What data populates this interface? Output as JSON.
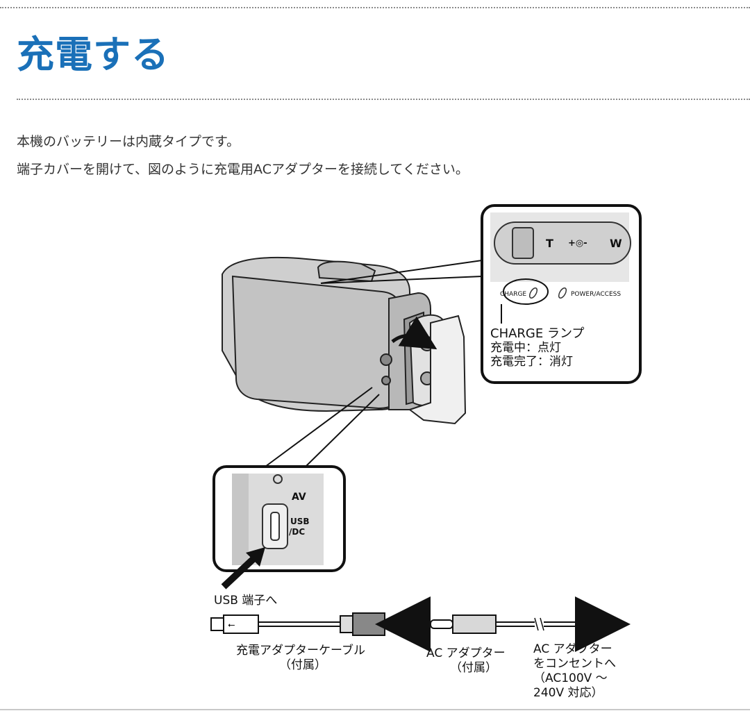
{
  "page": {
    "title": "充電する",
    "paragraphs": [
      "本機のバッテリーは内蔵タイプです。",
      "端子カバーを開けて、図のように充電用ACアダプターを接続してください。"
    ]
  },
  "diagram": {
    "zoom_top": {
      "switch_labels": [
        "T",
        "+◎-",
        "W"
      ],
      "lamp_charge": "CHARGE",
      "lamp_power": "POWER/ACCESS",
      "callout_lines": [
        "CHARGE ランプ",
        "充電中：点灯",
        "充電完了：消灯"
      ]
    },
    "zoom_port": {
      "av_label": "AV",
      "usb_label_lines": [
        "USB",
        "/DC"
      ]
    },
    "usb_arrow_label": "USB 端子へ",
    "cable_label_lines": [
      "充電アダプターケーブル",
      "（付属）"
    ],
    "adapter_label_lines": [
      "AC アダプター",
      "（付属）"
    ],
    "outlet_label_lines": [
      "AC アダプター",
      "をコンセントへ",
      "（AC100V ～",
      "240V 対応）"
    ]
  },
  "colors": {
    "title": "#1a70b8",
    "body_text": "#333333",
    "rule": "#8a8a8a"
  }
}
